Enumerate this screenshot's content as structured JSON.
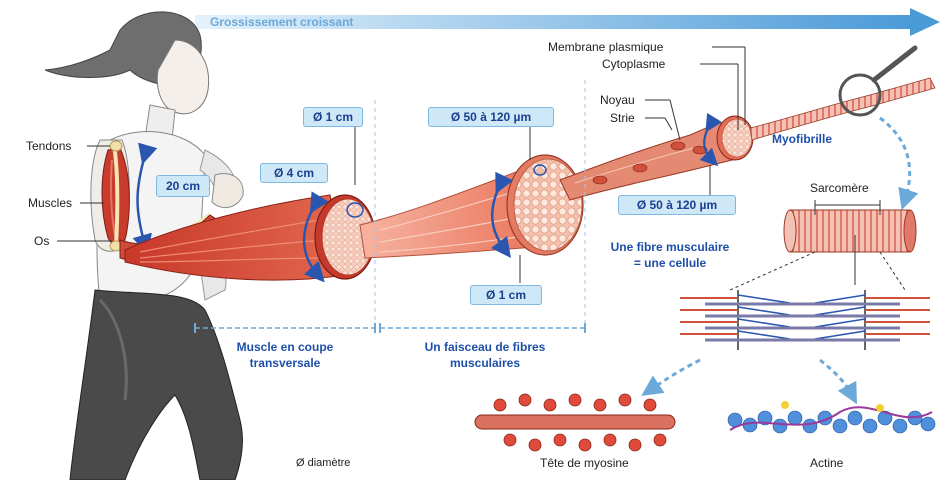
{
  "header": {
    "title": "Grossissement croissant"
  },
  "labels": {
    "tendons": "Tendons",
    "muscles": "Muscles",
    "os": "Os",
    "length_20cm": "20 cm",
    "d_1cm_top": "Ø 1 cm",
    "d_4cm": "Ø 4 cm",
    "d_50_120_top": "Ø 50 à 120 µm",
    "d_1cm_bottom": "Ø 1 cm",
    "d_50_120_right": "Ø 50 à 120 µm",
    "membrane": "Membrane plasmique",
    "cytoplasme": "Cytoplasme",
    "noyau": "Noyau",
    "strie": "Strie",
    "myofibrille": "Myofibrille",
    "sarcomere": "Sarcomère",
    "fibre_line1": "Une fibre musculaire",
    "fibre_line2": "= une cellule",
    "muscle_coupe_line1": "Muscle en coupe",
    "muscle_coupe_line2": "transversale",
    "faisceau_line1": "Un faisceau de fibres",
    "faisceau_line2": "musculaires",
    "diametre": "Ø diamètre",
    "myosine": "Tête de myosine",
    "actine": "Actine"
  },
  "colors": {
    "muscle_red": "#d9412f",
    "muscle_light": "#f2a38e",
    "arrow_blue": "#2a56b0",
    "box_blue": "#cfe8f7",
    "title_blue": "#6aa9d8"
  }
}
